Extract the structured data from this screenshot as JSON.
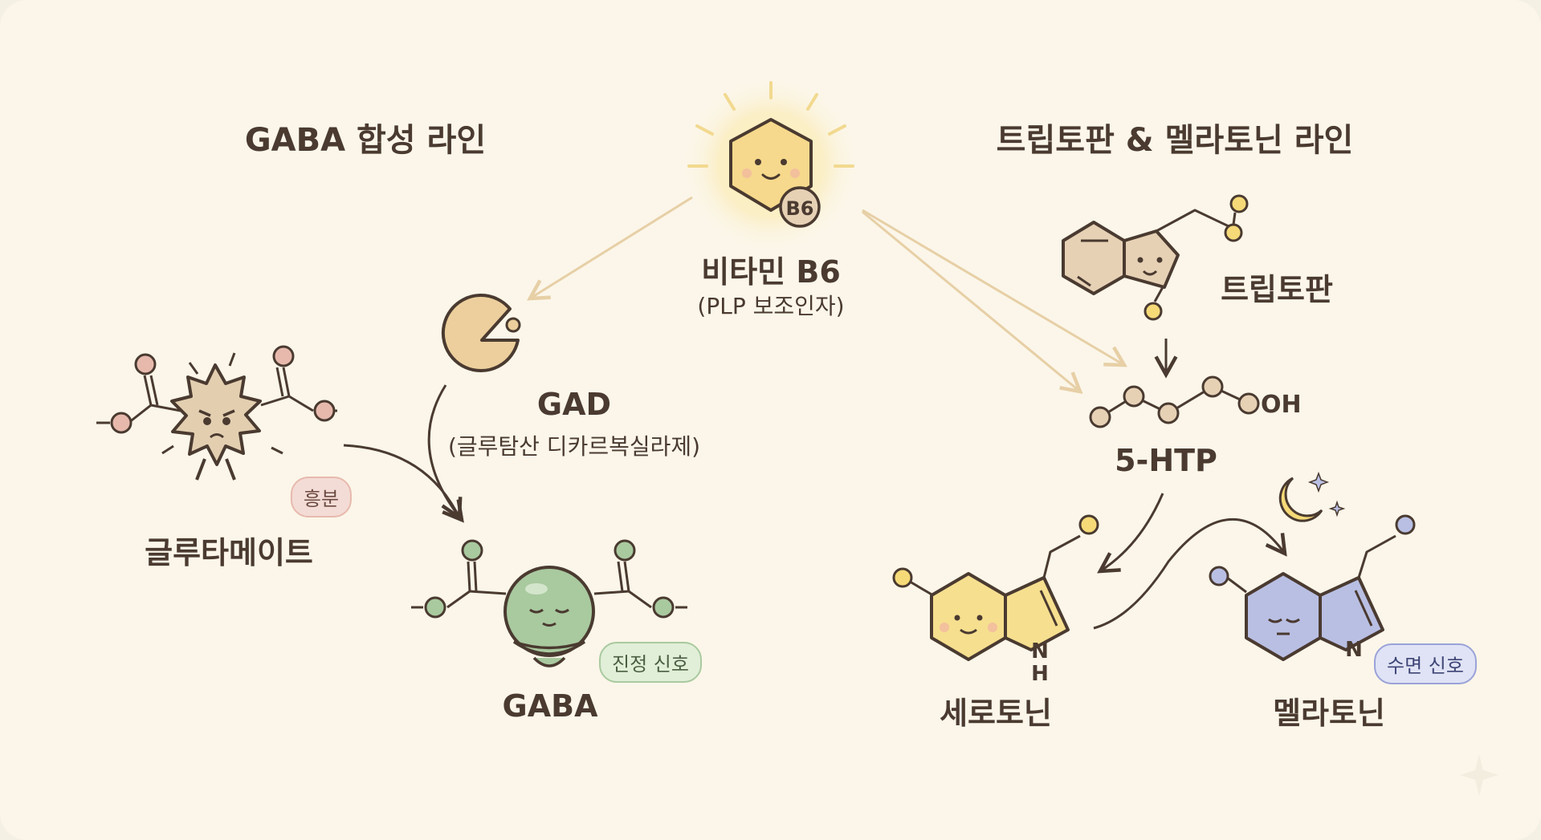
{
  "titles": {
    "gaba_line": "GABA 합성 라인",
    "trp_line": "트립토판 & 멜라토닌 라인"
  },
  "nodes": {
    "b6": {
      "name": "비타민 B6",
      "sub": "(PLP 보조인자)",
      "emblem": "B6"
    },
    "gad": {
      "name": "GAD",
      "sub": "(글루탐산 디카르복실라제)"
    },
    "glutamate": {
      "name": "글루타메이트",
      "badge": "흥분"
    },
    "gaba": {
      "name": "GABA",
      "badge": "진정 신호"
    },
    "tryptophan": {
      "name": "트립토판"
    },
    "htp": {
      "name": "5-HTP",
      "oh": "OH"
    },
    "serotonin": {
      "name": "세로토닌",
      "nh_n": "N",
      "nh_h": "H"
    },
    "melatonin": {
      "name": "멜라토닌",
      "n": "N",
      "badge": "수면 신호"
    }
  },
  "colors": {
    "text": "#4a3a30",
    "glutamate": "#e3cfb0",
    "gaba": "#a9c99f",
    "b6": "#f6d98c",
    "serotonin": "#f6df8f",
    "melatonin": "#b9bfe3",
    "badge_excite": "#f4dcd6",
    "badge_calm": "#e1efd8",
    "badge_sleep": "#e0e3f5"
  }
}
